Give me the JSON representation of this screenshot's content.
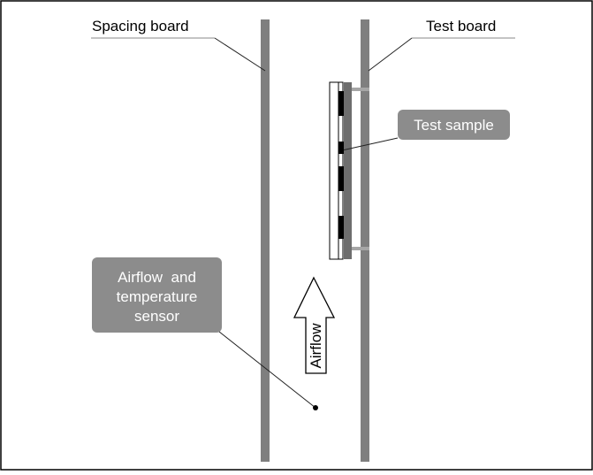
{
  "labels": {
    "spacing_board": "Spacing board",
    "test_board": "Test board",
    "test_sample": "Test sample",
    "sensor_line1": "Airflow  and",
    "sensor_line2": "temperature",
    "sensor_line3": "sensor",
    "airflow": "Airflow"
  },
  "colors": {
    "board": "#7f7f7f",
    "callout_box": "#8c8c8c",
    "callout_text": "#ffffff",
    "frame": "#000000",
    "leader": "#222222"
  }
}
